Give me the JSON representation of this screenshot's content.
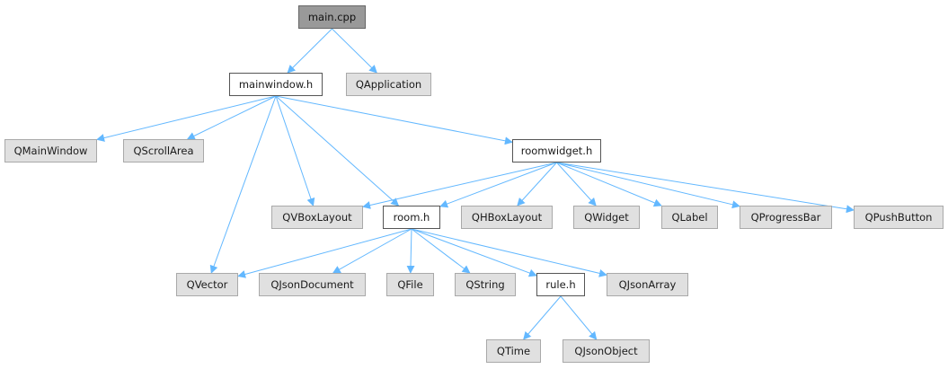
{
  "graph": {
    "nodes": [
      {
        "id": "main_cpp",
        "label": "main.cpp",
        "kind": "root"
      },
      {
        "id": "mainwindow_h",
        "label": "mainwindow.h",
        "kind": "local"
      },
      {
        "id": "QApplication",
        "label": "QApplication",
        "kind": "external"
      },
      {
        "id": "QMainWindow",
        "label": "QMainWindow",
        "kind": "external"
      },
      {
        "id": "QScrollArea",
        "label": "QScrollArea",
        "kind": "external"
      },
      {
        "id": "roomwidget_h",
        "label": "roomwidget.h",
        "kind": "local"
      },
      {
        "id": "QVBoxLayout",
        "label": "QVBoxLayout",
        "kind": "external"
      },
      {
        "id": "room_h",
        "label": "room.h",
        "kind": "local"
      },
      {
        "id": "QHBoxLayout",
        "label": "QHBoxLayout",
        "kind": "external"
      },
      {
        "id": "QWidget",
        "label": "QWidget",
        "kind": "external"
      },
      {
        "id": "QLabel",
        "label": "QLabel",
        "kind": "external"
      },
      {
        "id": "QProgressBar",
        "label": "QProgressBar",
        "kind": "external"
      },
      {
        "id": "QPushButton",
        "label": "QPushButton",
        "kind": "external"
      },
      {
        "id": "QVector",
        "label": "QVector",
        "kind": "external"
      },
      {
        "id": "QJsonDocument",
        "label": "QJsonDocument",
        "kind": "external"
      },
      {
        "id": "QFile",
        "label": "QFile",
        "kind": "external"
      },
      {
        "id": "QString",
        "label": "QString",
        "kind": "external"
      },
      {
        "id": "rule_h",
        "label": "rule.h",
        "kind": "local"
      },
      {
        "id": "QJsonArray",
        "label": "QJsonArray",
        "kind": "external"
      },
      {
        "id": "QTime",
        "label": "QTime",
        "kind": "external"
      },
      {
        "id": "QJsonObject",
        "label": "QJsonObject",
        "kind": "external"
      }
    ],
    "edges": [
      [
        "main_cpp",
        "mainwindow_h"
      ],
      [
        "main_cpp",
        "QApplication"
      ],
      [
        "mainwindow_h",
        "QMainWindow"
      ],
      [
        "mainwindow_h",
        "QScrollArea"
      ],
      [
        "mainwindow_h",
        "roomwidget_h"
      ],
      [
        "mainwindow_h",
        "QVector"
      ],
      [
        "mainwindow_h",
        "QVBoxLayout"
      ],
      [
        "mainwindow_h",
        "room_h"
      ],
      [
        "roomwidget_h",
        "QVBoxLayout"
      ],
      [
        "roomwidget_h",
        "room_h"
      ],
      [
        "roomwidget_h",
        "QHBoxLayout"
      ],
      [
        "roomwidget_h",
        "QWidget"
      ],
      [
        "roomwidget_h",
        "QLabel"
      ],
      [
        "roomwidget_h",
        "QProgressBar"
      ],
      [
        "roomwidget_h",
        "QPushButton"
      ],
      [
        "room_h",
        "QVector"
      ],
      [
        "room_h",
        "QJsonDocument"
      ],
      [
        "room_h",
        "QFile"
      ],
      [
        "room_h",
        "QString"
      ],
      [
        "room_h",
        "rule_h"
      ],
      [
        "room_h",
        "QJsonArray"
      ],
      [
        "rule_h",
        "QTime"
      ],
      [
        "rule_h",
        "QJsonObject"
      ]
    ],
    "colors": {
      "edge": "#63b8ff",
      "root_fill": "#999999",
      "local_fill": "#ffffff",
      "external_fill": "#e0e0e0"
    }
  }
}
